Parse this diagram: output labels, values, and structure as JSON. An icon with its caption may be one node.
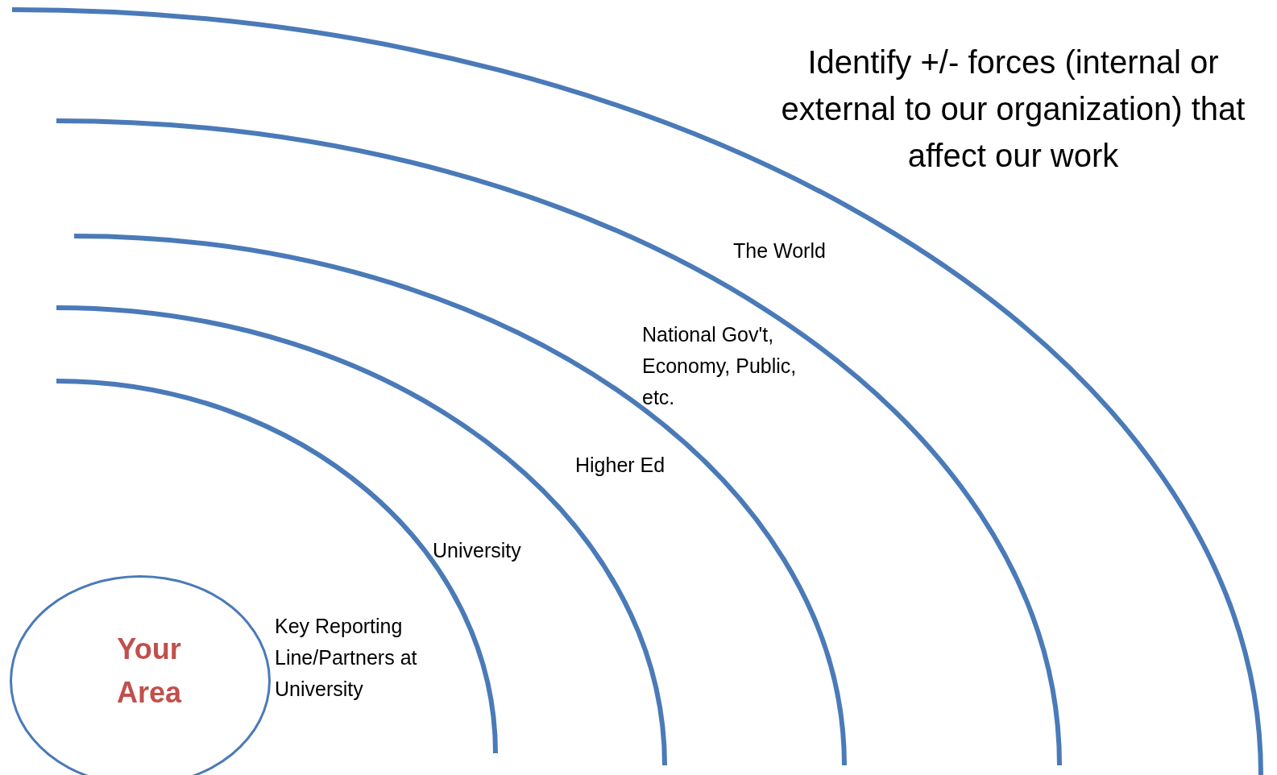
{
  "diagram": {
    "nodes": [
      {
        "text": [
          "Your Area"
        ]
      }
    ],
    "labels": [
      "Identify +/- forces (internal or external to our organization) that affect our work",
      "The World",
      "National Gov't, Economy, Public, etc.",
      "Higher Ed",
      "University",
      "Key Reporting Line/Partners at University"
    ]
  }
}
